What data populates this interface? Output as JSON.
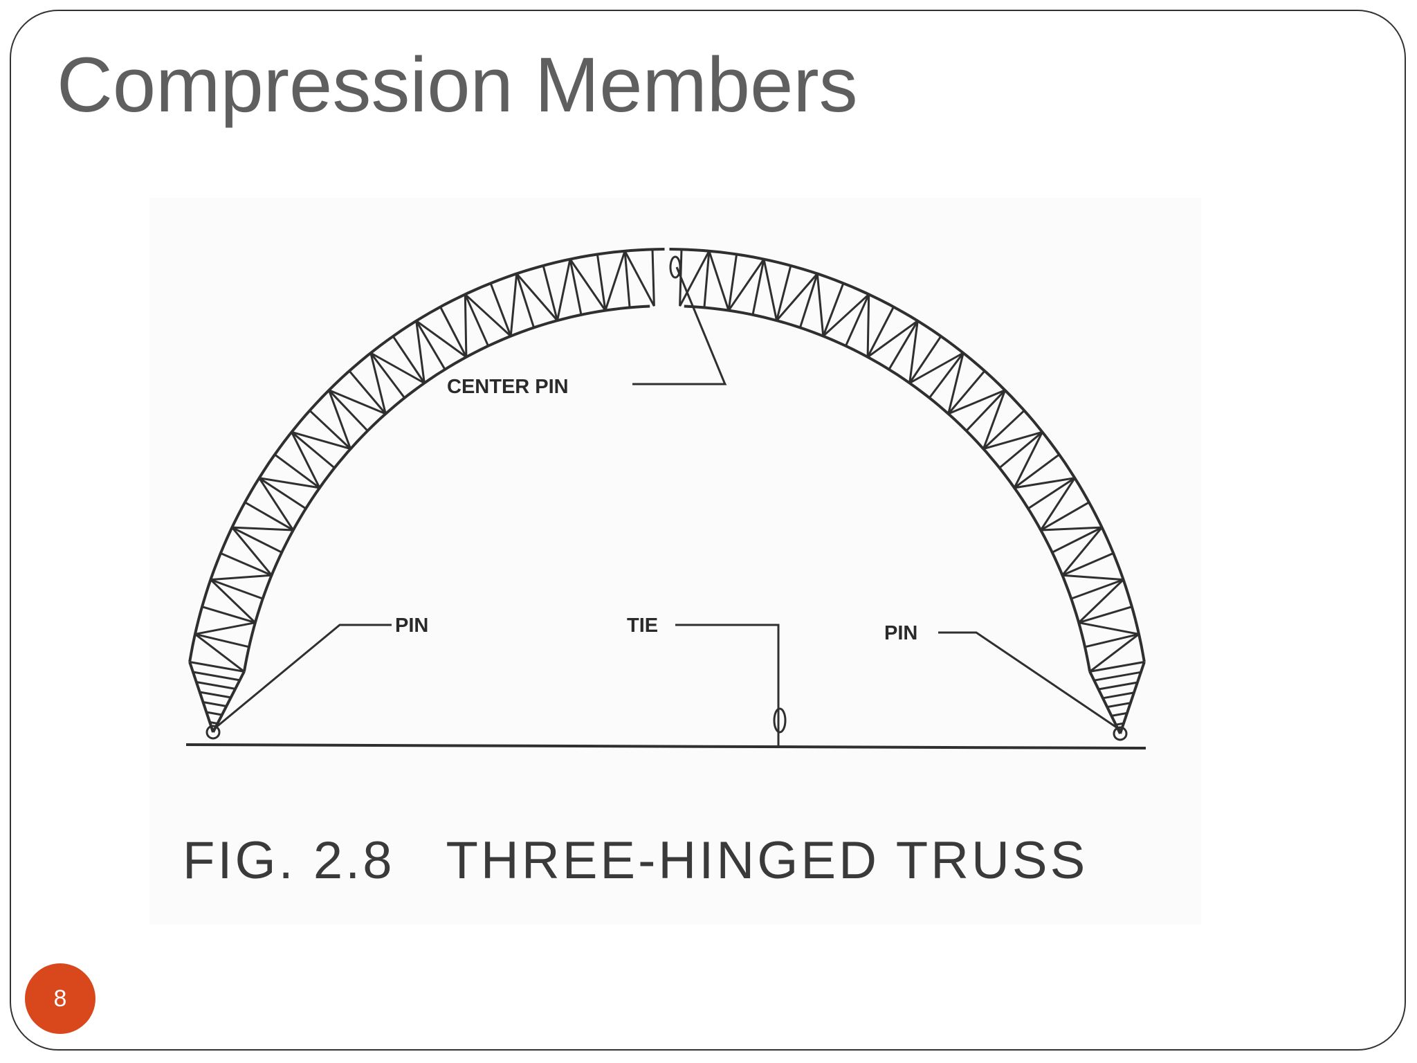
{
  "slide": {
    "title": "Compression Members",
    "number": "8",
    "badge_color": "#d9481c"
  },
  "figure": {
    "labels": {
      "center_pin": "CENTER PIN",
      "pin_left": "PIN",
      "tie": "TIE",
      "pin_right": "PIN"
    },
    "caption": "FIG. 2.8   THREE-HINGED TRUSS"
  }
}
